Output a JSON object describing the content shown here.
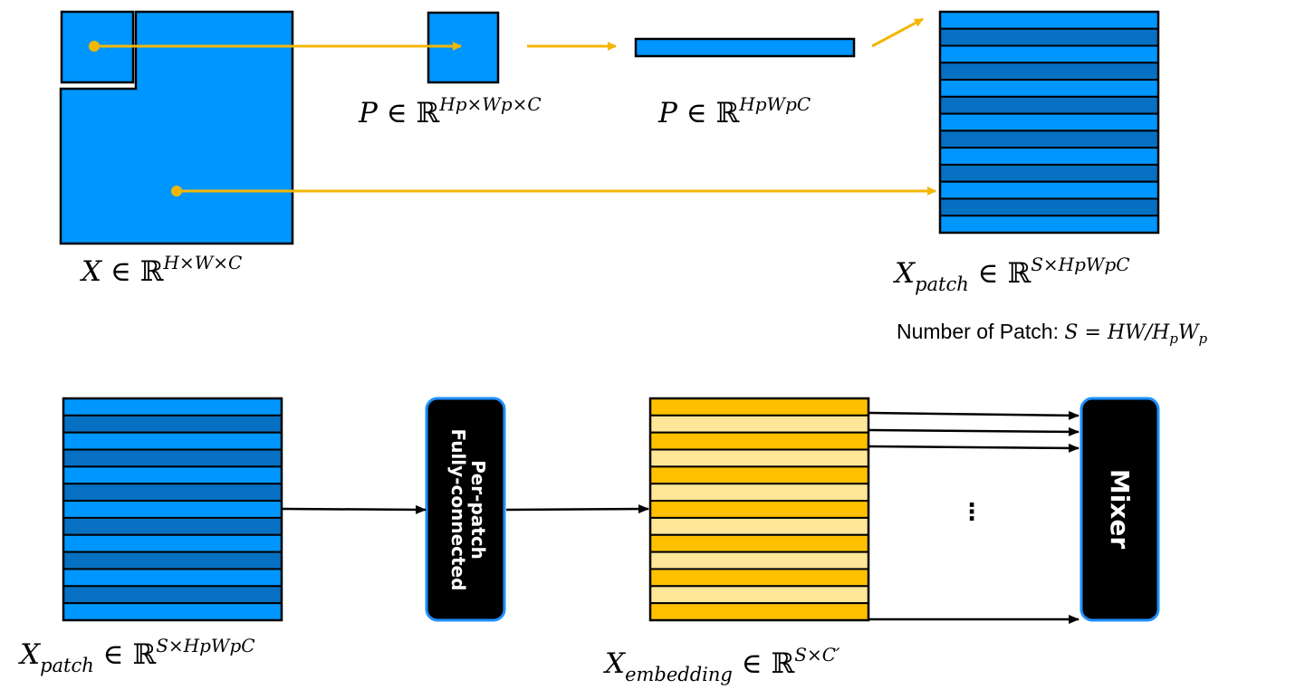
{
  "colors": {
    "patch_blue": "#0096FF",
    "patch_blue_dark": "#0670C2",
    "embed_gold": "#FFC000",
    "embed_light": "#FFE699",
    "arrow_gold": "#F2B705",
    "box_black": "#000000",
    "box_border": "#1E90FF"
  },
  "labels": {
    "image": {
      "sym": "X",
      "in": "∈",
      "field": "ℝ",
      "sup": "H×W×C"
    },
    "patch": {
      "sym": "P",
      "in": "∈",
      "field": "ℝ",
      "sup": "Hp×Wp×C"
    },
    "flat_patch": {
      "sym": "P",
      "in": "∈",
      "field": "ℝ",
      "sup": "HpWpC"
    },
    "x_patch_top": {
      "sym": "X",
      "sub": "patch",
      "in": "∈",
      "field": "ℝ",
      "sup": "S×HpWpC"
    },
    "x_patch_bottom": {
      "sym": "X",
      "sub": "patch",
      "in": "∈",
      "field": "ℝ",
      "sup": "S×HpWpC"
    },
    "x_embedding": {
      "sym": "X",
      "sub": "embedding",
      "in": "∈",
      "field": "ℝ",
      "sup": "S×C′"
    },
    "num_patch_text": "Number of Patch:",
    "num_patch_formula": {
      "lhs": "S",
      "eq": "=",
      "num": "HW",
      "slash": "/",
      "h": "H",
      "hsub": "p",
      "w": "W",
      "wsub": "p"
    }
  },
  "blocks": {
    "fc_line1": "Per-patch",
    "fc_line2": "Fully-connected",
    "mixer": "Mixer",
    "ellipsis": "⋮"
  },
  "stacks": {
    "top_patch_rows": 13,
    "bottom_patch_rows": 13,
    "embedding_rows": 13
  }
}
